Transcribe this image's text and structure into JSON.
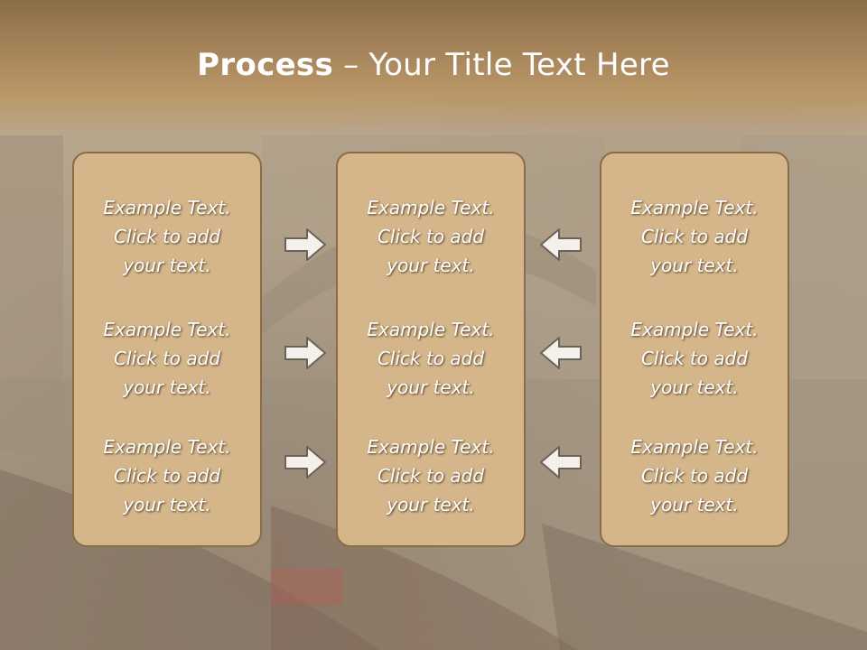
{
  "slide": {
    "title_bold": "Process",
    "title_sep": " – ",
    "title_rest": "Your Title Text Here"
  },
  "columns": [
    {
      "items": [
        {
          "lines": [
            "Example Text.",
            "Click  to add",
            "your text."
          ]
        },
        {
          "lines": [
            "Example Text.",
            "Click  to add",
            "your text."
          ]
        },
        {
          "lines": [
            "Example Text.",
            "Click  to add",
            "your text."
          ]
        }
      ]
    },
    {
      "items": [
        {
          "lines": [
            "Example Text.",
            "Click  to add",
            "your text."
          ]
        },
        {
          "lines": [
            "Example Text.",
            "Click  to add",
            "your text."
          ]
        },
        {
          "lines": [
            "Example Text.",
            "Click  to add",
            "your text."
          ]
        }
      ]
    },
    {
      "items": [
        {
          "lines": [
            "Example Text.",
            "Click  to add",
            "your text."
          ]
        },
        {
          "lines": [
            "Example Text.",
            "Click  to add",
            "your text."
          ]
        },
        {
          "lines": [
            "Example Text.",
            "Click  to add",
            "your text."
          ]
        }
      ]
    }
  ],
  "arrows": {
    "left_group": "arrow-right-icon",
    "right_group": "arrow-left-icon"
  },
  "colors": {
    "title_band": "#a5835a",
    "box_fill": "#d4b68a",
    "box_border": "#8a6d47",
    "text": "#ffffff"
  }
}
